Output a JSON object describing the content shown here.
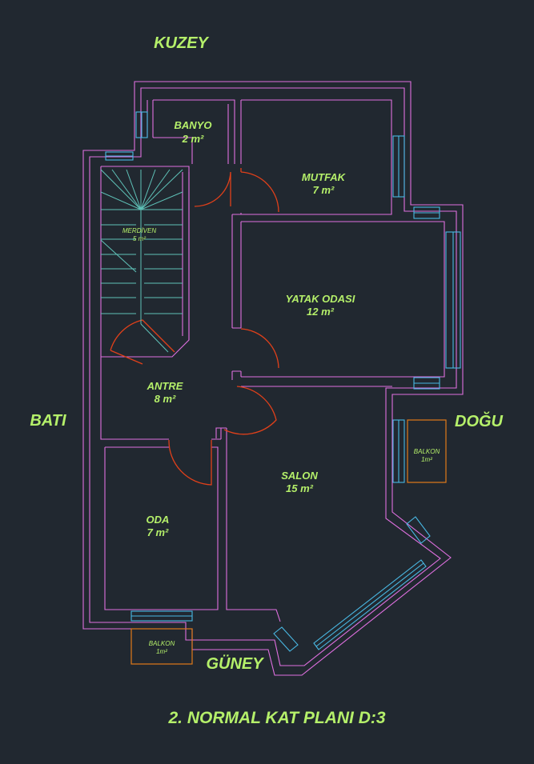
{
  "title": "2. NORMAL KAT PLANI D:3",
  "compass": {
    "north": "KUZEY",
    "west": "BATI",
    "east": "DOĞU",
    "south": "GÜNEY"
  },
  "rooms": {
    "banyo": {
      "name": "BANYO",
      "area": "2 m²"
    },
    "mutfak": {
      "name": "MUTFAK",
      "area": "7 m²"
    },
    "merdiven": {
      "name": "MERDİVEN",
      "area": "5 m²"
    },
    "yatak": {
      "name": "YATAK ODASI",
      "area": "12 m²"
    },
    "antre": {
      "name": "ANTRE",
      "area": "8 m²"
    },
    "salon": {
      "name": "SALON",
      "area": "15 m²"
    },
    "oda": {
      "name": "ODA",
      "area": "7 m²"
    }
  },
  "balconies": {
    "east": {
      "name": "BALKON",
      "area": "1m²"
    },
    "south": {
      "name": "BALKON",
      "area": "1m²"
    }
  },
  "colors": {
    "background": "#212830",
    "wall": "#e070e0",
    "window": "#49b8e3",
    "door": "#e0401a",
    "stair": "#5fc2b8",
    "balcony": "#e07a1a",
    "label": "#b5f06a"
  }
}
